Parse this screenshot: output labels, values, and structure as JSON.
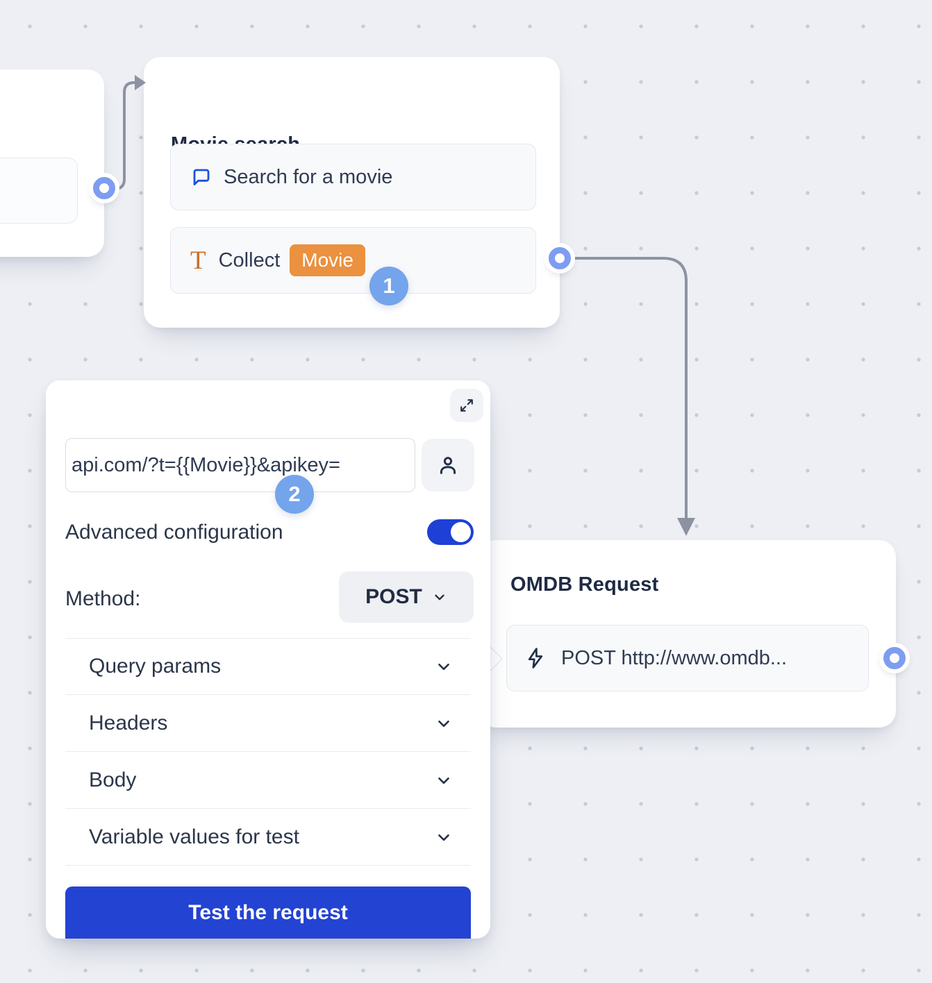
{
  "nodes": {
    "movie_search": {
      "title": "Movie search",
      "items": [
        {
          "icon": "chat-bubble-icon",
          "label": "Search for a movie"
        },
        {
          "icon": "text-input-icon",
          "label": "Collect",
          "badge": "Movie"
        }
      ]
    },
    "omdb_request": {
      "title": "OMDB Request",
      "items": [
        {
          "icon": "lightning-icon",
          "label": "POST http://www.omdb..."
        }
      ]
    }
  },
  "panel": {
    "url_input": {
      "value": "api.com/?t={{Movie}}&apikey="
    },
    "advanced_label": "Advanced configuration",
    "advanced_toggle_state": "on",
    "method_label": "Method:",
    "method_value": "POST",
    "sections": [
      {
        "label": "Query params"
      },
      {
        "label": "Headers"
      },
      {
        "label": "Body"
      },
      {
        "label": "Variable values for test"
      }
    ],
    "test_button_label": "Test the request"
  },
  "annotations": {
    "step1": "1",
    "step2": "2"
  },
  "colors": {
    "accent_blue": "#2343d3",
    "toggle_blue": "#1e40d6",
    "badge_orange": "#eb913f",
    "step_circle_blue": "#74a4eb",
    "connector_gray": "#8d92a3",
    "port_ring_blue": "#7e9df1",
    "canvas_bg": "#edeff4"
  }
}
